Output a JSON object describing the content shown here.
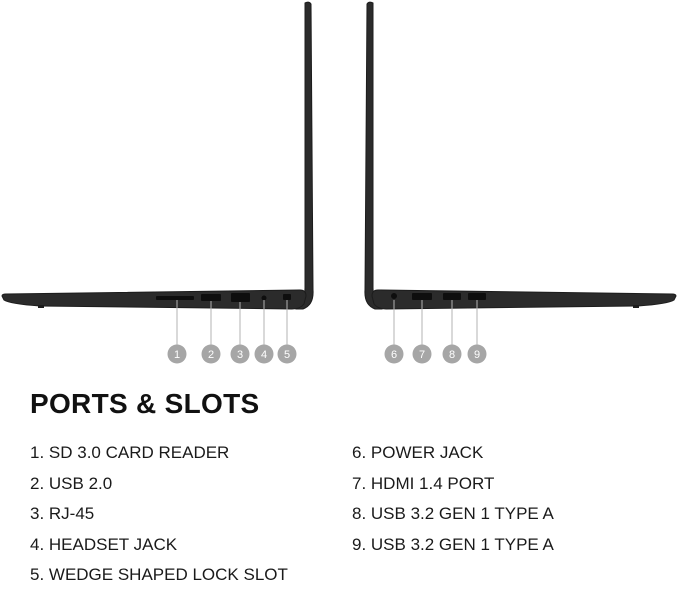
{
  "colors": {
    "laptop_body": "#2b2b2b",
    "laptop_edge": "#1c1c1c",
    "marker_fill": "#a6a6a6",
    "port_fill": "#0e0e0e",
    "text": "#1a1a1a"
  },
  "title": "PORTS & SLOTS",
  "markers_left": [
    "1",
    "2",
    "3",
    "4",
    "5"
  ],
  "markers_right": [
    "6",
    "7",
    "8",
    "9"
  ],
  "ports_left": [
    "1. SD 3.0 CARD READER",
    "2. USB 2.0",
    "3. RJ-45",
    "4. HEADSET JACK",
    "5. WEDGE SHAPED LOCK SLOT"
  ],
  "ports_right": [
    "6. POWER JACK",
    "7. HDMI 1.4 PORT",
    "8. USB 3.2 GEN 1 TYPE A",
    "9. USB 3.2 GEN 1 TYPE A"
  ]
}
